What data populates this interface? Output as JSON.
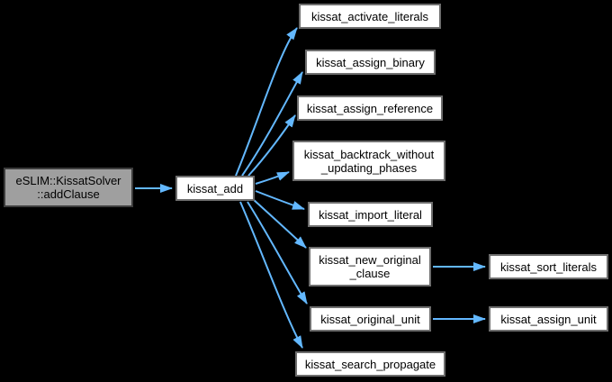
{
  "graph": {
    "kind": "call-graph",
    "colors": {
      "background": "#000000",
      "edge": "#63b8ff",
      "node_fill": "#ffffff",
      "node_border": "#6e6e6e",
      "highlight_fill": "#9f9f9f",
      "highlight_border": "#3d3d3d",
      "text": "#000000"
    },
    "nodes": {
      "addclause": {
        "label": "eSLIM::KissatSolver\n::addClause",
        "highlighted": true
      },
      "kissat_add": {
        "label": "kissat_add"
      },
      "activate": {
        "label": "kissat_activate_literals"
      },
      "assign_binary": {
        "label": "kissat_assign_binary"
      },
      "assign_reference": {
        "label": "kissat_assign_reference"
      },
      "backtrack": {
        "label": "kissat_backtrack_without\n_updating_phases"
      },
      "import_literal": {
        "label": "kissat_import_literal"
      },
      "new_original": {
        "label": "kissat_new_original\n_clause"
      },
      "original_unit": {
        "label": "kissat_original_unit"
      },
      "search_propagate": {
        "label": "kissat_search_propagate"
      },
      "sort_literals": {
        "label": "kissat_sort_literals"
      },
      "assign_unit": {
        "label": "kissat_assign_unit"
      }
    },
    "edges": [
      {
        "from": "eSLIM::KissatSolver::addClause",
        "to": "kissat_add"
      },
      {
        "from": "kissat_add",
        "to": "kissat_activate_literals"
      },
      {
        "from": "kissat_add",
        "to": "kissat_assign_binary"
      },
      {
        "from": "kissat_add",
        "to": "kissat_assign_reference"
      },
      {
        "from": "kissat_add",
        "to": "kissat_backtrack_without_updating_phases"
      },
      {
        "from": "kissat_add",
        "to": "kissat_import_literal"
      },
      {
        "from": "kissat_add",
        "to": "kissat_new_original_clause"
      },
      {
        "from": "kissat_add",
        "to": "kissat_original_unit"
      },
      {
        "from": "kissat_add",
        "to": "kissat_search_propagate"
      },
      {
        "from": "kissat_new_original_clause",
        "to": "kissat_sort_literals"
      },
      {
        "from": "kissat_original_unit",
        "to": "kissat_assign_unit"
      }
    ]
  }
}
